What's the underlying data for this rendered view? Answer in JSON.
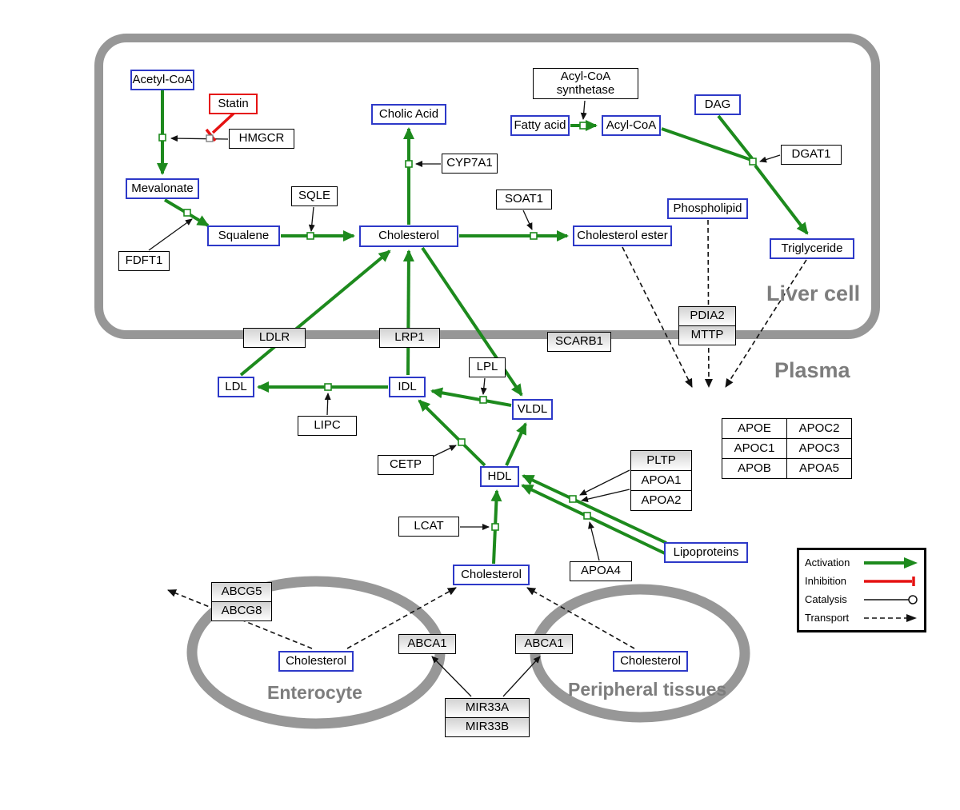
{
  "compartments": {
    "liver_cell": "Liver cell",
    "plasma": "Plasma",
    "enterocyte": "Enterocyte",
    "peripheral_tissues": "Peripheral tissues"
  },
  "nodes": {
    "acetyl_coa": {
      "label": "Acetyl-CoA"
    },
    "statin": {
      "label": "Statin"
    },
    "hmgcr": {
      "label": "HMGCR"
    },
    "mevalonate": {
      "label": "Mevalonate"
    },
    "fdft1": {
      "label": "FDFT1"
    },
    "squalene": {
      "label": "Squalene"
    },
    "sqle": {
      "label": "SQLE"
    },
    "cholesterol_liver": {
      "label": "Cholesterol"
    },
    "cholic_acid": {
      "label": "Cholic Acid"
    },
    "cyp7a1": {
      "label": "CYP7A1"
    },
    "soat1": {
      "label": "SOAT1"
    },
    "cholesterol_ester": {
      "label": "Cholesterol ester"
    },
    "fatty_acid": {
      "label": "Fatty acid"
    },
    "acyl_coa_synthetase": {
      "label": "Acyl-CoA synthetase"
    },
    "acyl_coa": {
      "label": "Acyl-CoA"
    },
    "dag": {
      "label": "DAG"
    },
    "dgat1": {
      "label": "DGAT1"
    },
    "phospholipid": {
      "label": "Phospholipid"
    },
    "triglyceride": {
      "label": "Triglyceride"
    },
    "pdia2": {
      "label": "PDIA2"
    },
    "mttp": {
      "label": "MTTP"
    },
    "ldlr": {
      "label": "LDLR"
    },
    "lrp1": {
      "label": "LRP1"
    },
    "scarb1": {
      "label": "SCARB1"
    },
    "ldl": {
      "label": "LDL"
    },
    "idl": {
      "label": "IDL"
    },
    "vldl": {
      "label": "VLDL"
    },
    "lpl": {
      "label": "LPL"
    },
    "lipc": {
      "label": "LIPC"
    },
    "cetp": {
      "label": "CETP"
    },
    "hdl": {
      "label": "HDL"
    },
    "pltp": {
      "label": "PLTP"
    },
    "apoa1": {
      "label": "APOA1"
    },
    "apoa2": {
      "label": "APOA2"
    },
    "lcat": {
      "label": "LCAT"
    },
    "apoa4": {
      "label": "APOA4"
    },
    "lipoproteins": {
      "label": "Lipoproteins"
    },
    "apoe": {
      "label": "APOE"
    },
    "apoc2": {
      "label": "APOC2"
    },
    "apoc1": {
      "label": "APOC1"
    },
    "apoc3": {
      "label": "APOC3"
    },
    "apob": {
      "label": "APOB"
    },
    "apoa5": {
      "label": "APOA5"
    },
    "cholesterol_plasma": {
      "label": "Cholesterol"
    },
    "abcg5": {
      "label": "ABCG5"
    },
    "abcg8": {
      "label": "ABCG8"
    },
    "cholesterol_enterocyte": {
      "label": "Cholesterol"
    },
    "abca1_enterocyte": {
      "label": "ABCA1"
    },
    "abca1_peripheral": {
      "label": "ABCA1"
    },
    "cholesterol_peripheral": {
      "label": "Cholesterol"
    },
    "mir33a": {
      "label": "MIR33A"
    },
    "mir33b": {
      "label": "MIR33B"
    }
  },
  "legend": {
    "items": [
      {
        "label": "Activation"
      },
      {
        "label": "Inhibition"
      },
      {
        "label": "Catalysis"
      },
      {
        "label": "Transport"
      }
    ]
  },
  "colors": {
    "activation": "#1d8a1d",
    "inhibition": "#e51212",
    "metabolite-border": "#2d39c8",
    "compartment": "#979797",
    "label-gray": "#7d7d7d"
  }
}
